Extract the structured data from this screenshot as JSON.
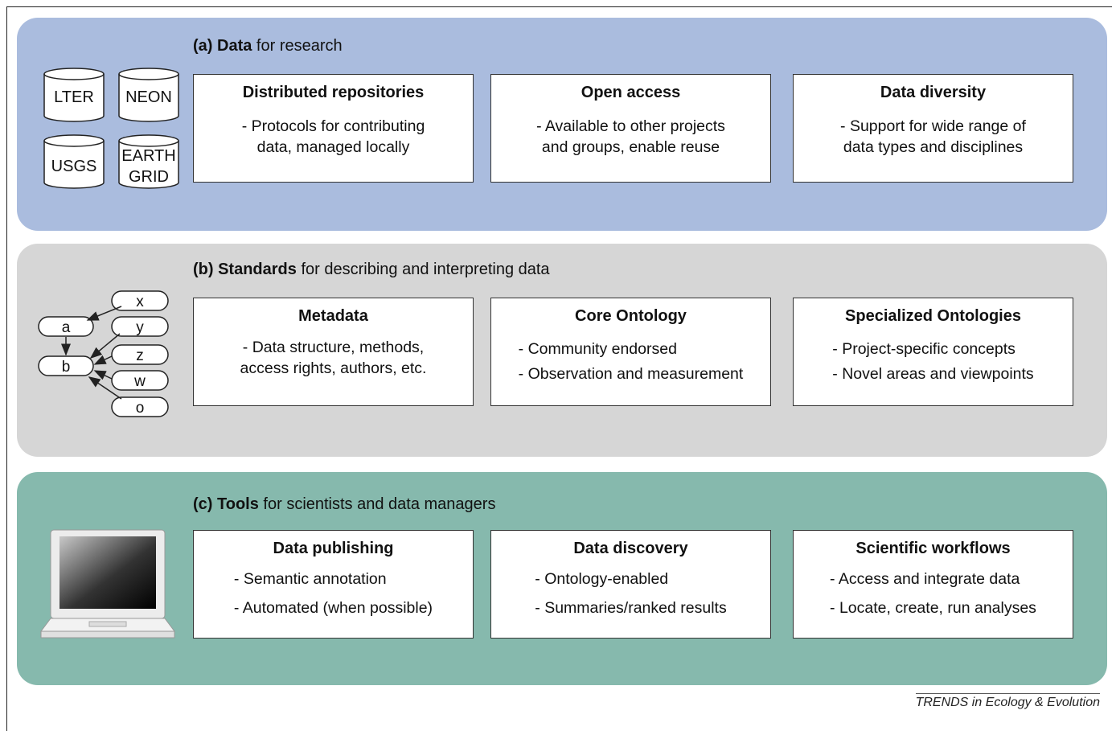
{
  "panels": {
    "a": {
      "title_prefix": "(a) Data",
      "title_rest": " for research",
      "databases": [
        "LTER",
        "NEON",
        "USGS",
        "EARTH\nGRID"
      ],
      "cards": [
        {
          "title": "Distributed repositories",
          "text": "- Protocols for contributing data, managed locally"
        },
        {
          "title": "Open access",
          "text": "- Available to other projects and groups, enable reuse"
        },
        {
          "title": "Data diversity",
          "text": "- Support for wide range of data types and disciplines"
        }
      ]
    },
    "b": {
      "title_prefix": "(b) Standards",
      "title_rest": " for describing and interpreting data",
      "graph_nodes": [
        "a",
        "b",
        "x",
        "y",
        "z",
        "w",
        "o"
      ],
      "cards": [
        {
          "title": "Metadata",
          "text": "- Data structure, methods, access rights, authors, etc."
        },
        {
          "title": "Core Ontology",
          "items": [
            "- Community endorsed",
            "- Observation and measurement"
          ]
        },
        {
          "title": "Specialized Ontologies",
          "items": [
            "- Project-specific concepts",
            "- Novel areas and viewpoints"
          ]
        }
      ]
    },
    "c": {
      "title_prefix": "(c) Tools",
      "title_rest": " for scientists and data managers",
      "icon": "laptop-icon",
      "cards": [
        {
          "title": "Data publishing",
          "items": [
            "- Semantic annotation",
            "- Automated (when possible)"
          ]
        },
        {
          "title": "Data discovery",
          "items": [
            "- Ontology-enabled",
            "- Summaries/ranked results"
          ]
        },
        {
          "title": "Scientific workflows",
          "items": [
            "- Access and integrate data",
            "- Locate, create, run analyses"
          ]
        }
      ]
    }
  },
  "credit": "TRENDS in Ecology & Evolution",
  "colors": {
    "panel_a": "#aabcde",
    "panel_b": "#d6d6d6",
    "panel_c": "#86b9ad"
  }
}
